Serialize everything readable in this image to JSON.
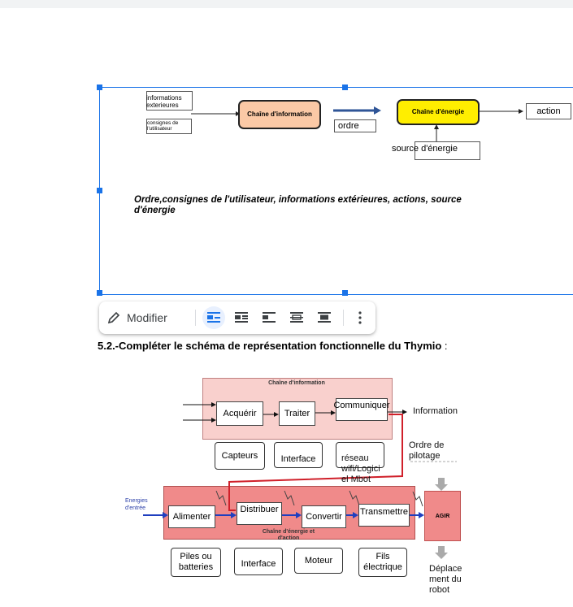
{
  "diagram1": {
    "informations_exterieures": "informations exterieures",
    "consignes": "consignes de l'utilisateur",
    "chaine_information": "Chaîne d'information",
    "chaine_energie": "Chaîne d'énergie",
    "ordre": "ordre",
    "action": "action",
    "source_energie": "source d'énergie",
    "caption": "Ordre,consignes de l'utilisateur, informations extérieures, actions, source d'énergie",
    "colors": {
      "information_fill": "#fbc9a6",
      "energie_fill": "#ffee00",
      "arrow_blue": "#2f5597"
    }
  },
  "toolbar": {
    "edit_label": "Modifier",
    "buttons": [
      "inline-icon",
      "wrap-text-icon",
      "break-text-icon",
      "behind-text-icon",
      "in-front-of-text-icon",
      "more-icon"
    ]
  },
  "heading": {
    "bold": "5.2.-Compléter le schéma de représentation fonctionnelle du Thymio",
    "suffix": " :"
  },
  "diagram2": {
    "chaine_information_title": "Chaîne d'information",
    "acquerir": "Acquérir",
    "traiter": "Traiter",
    "communiquer": "Communiquer",
    "information": "Information",
    "capteurs": "Capteurs",
    "interface_top": "Interface",
    "reseau": "réseau wifi/Logici el Mbot",
    "ordre_pilotage": "Ordre de pilotage",
    "energies_entree": "Energies d'entrée",
    "alimenter": "Alimenter",
    "distribuer": "Distribuer",
    "convertir": "Convertir",
    "transmettre": "Transmettre",
    "agir": "AGIR",
    "chaine_energie_title": "Chaîne d'énergie et d'action",
    "piles": "Piles ou batteries",
    "interface_bottom": "Interface",
    "moteur": "Moteur",
    "fils": "Fils électrique",
    "deplacement": "Déplace ment du robot",
    "colors": {
      "chain_fill": "#f4b6b3",
      "agir_fill": "#f08a8a",
      "arrow_blue": "#1f3fbf",
      "link_red": "#d0202a"
    }
  }
}
